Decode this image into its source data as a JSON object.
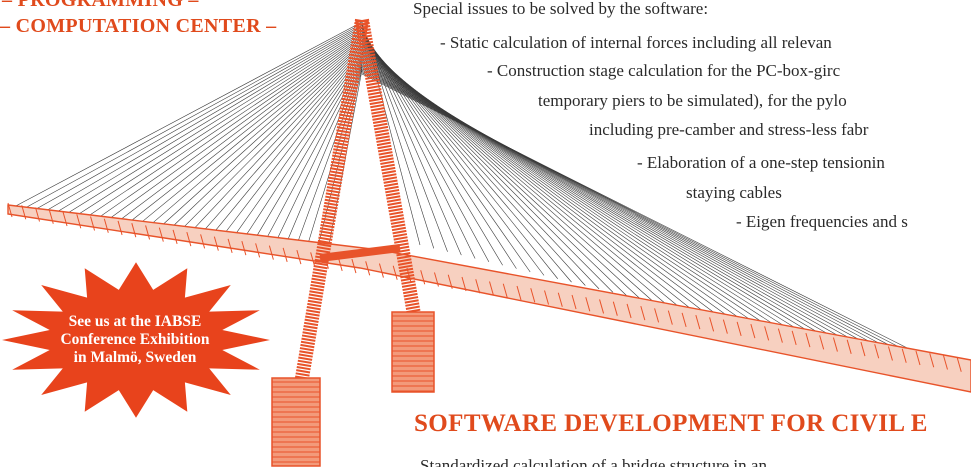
{
  "header": {
    "line1": "– PROGRAMMING –",
    "line2": "– COMPUTATION CENTER –"
  },
  "issues": {
    "intro": "Special issues to be solved by the software:",
    "items": [
      "- Static calculation of internal forces including all relevan",
      "- Construction stage calculation for the PC-box-girc",
      "temporary piers to be simulated), for the pylo",
      "including pre-camber and stress-less fabr",
      "- Elaboration of a one-step tensionin",
      "staying cables",
      "- Eigen frequencies and s"
    ]
  },
  "callout": {
    "lines": [
      "See us at the IABSE",
      "Conference Exhibition",
      "in Malmö, Sweden"
    ],
    "color": "#e8431c"
  },
  "section": {
    "title": "SOFTWARE DEVELOPMENT FOR CIVIL E",
    "cut_text": "Standardized calculation of a bridge structure in an"
  },
  "colors": {
    "accent": "#e04a1c",
    "structure": "#e8532a",
    "cable": "#3a3a3a"
  }
}
